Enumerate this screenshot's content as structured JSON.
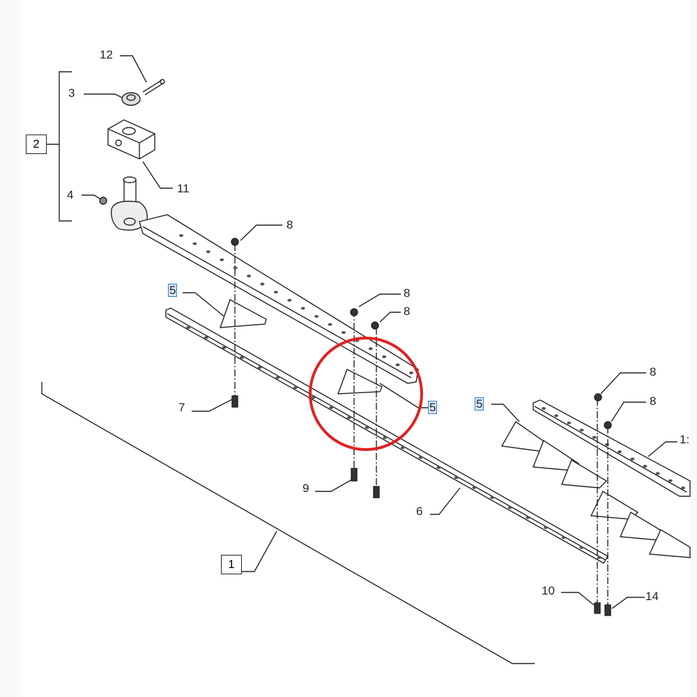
{
  "callouts": {
    "c12": "12",
    "c3": "3",
    "c2": "2",
    "c11": "11",
    "c4": "4",
    "c8a": "8",
    "c8b": "8",
    "c8c": "8",
    "c8d": "8",
    "c8e": "8",
    "c5a": "5",
    "c5b": "5",
    "c5c": "5",
    "c7": "7",
    "c9": "9",
    "c6": "6",
    "c1": "1",
    "c1partial": "1:",
    "c10": "10",
    "c14": "14"
  },
  "highlight": {
    "color": "#e02020",
    "target": "5"
  },
  "colors": {
    "line": "#222222",
    "highlight_box": "#3a7bd5"
  }
}
